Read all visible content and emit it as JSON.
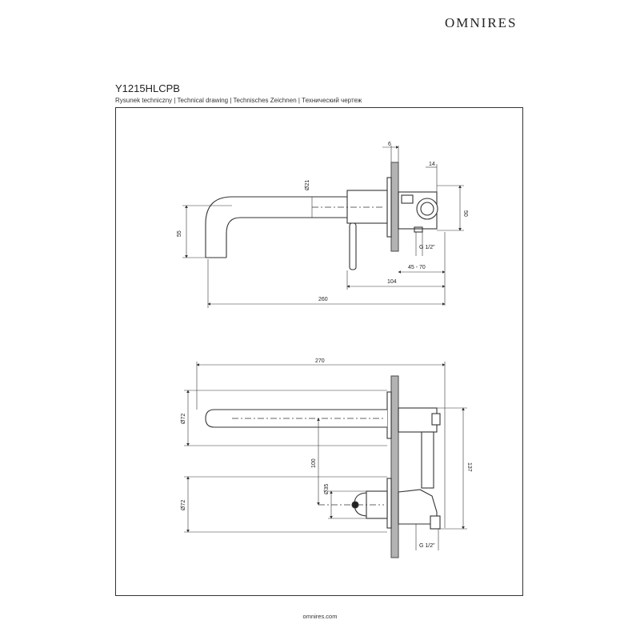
{
  "header": {
    "brand": "OMNIRES",
    "product_code": "Y1215HLCPB",
    "subtitle": "Rysunek techniczny | Technical drawing | Technisches Zeichnen | Технический чертеж"
  },
  "top_view": {
    "dims": {
      "d6": "6",
      "d14": "14",
      "d21": "Ø21",
      "d50": "50",
      "d55": "55",
      "thread": "G 1/2\"",
      "d45_70": "45 - 70",
      "d104": "104",
      "d260": "260"
    }
  },
  "front_view": {
    "dims": {
      "d270": "270",
      "d72_top": "Ø72",
      "d72_bottom": "Ø72",
      "d35": "Ø35",
      "d100": "100",
      "d137": "137",
      "thread": "G 1/2\""
    }
  },
  "footer": {
    "url": "omnires.com"
  }
}
